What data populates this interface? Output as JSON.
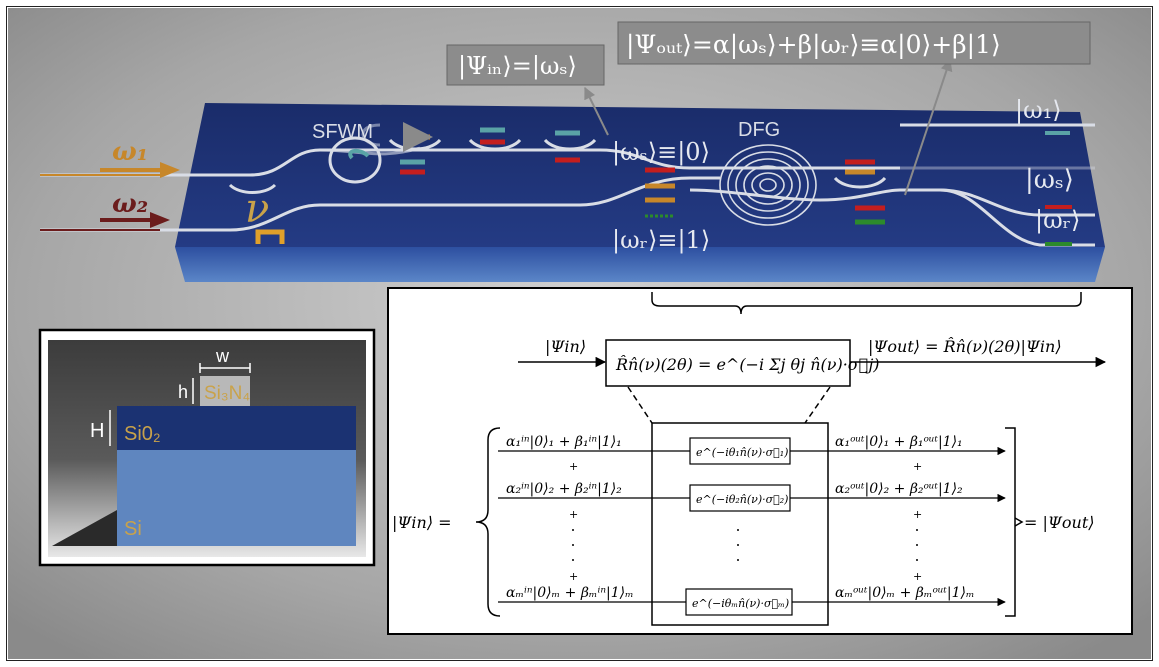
{
  "chip": {
    "pump_labels": [
      "ω₁",
      "ω₂"
    ],
    "nu_label": "ν",
    "sfwm_label": "SFWM",
    "dfg_label": "DFG",
    "state_s": "|ωₛ⟩≡|0⟩",
    "state_r": "|ωᵣ⟩≡|1⟩",
    "psi_in_box": "|Ψᵢₙ⟩=|ωₛ⟩",
    "psi_out_box": "|Ψₒᵤₜ⟩=α|ωₛ⟩+β|ωᵣ⟩≡α|0⟩+β|1⟩",
    "output_labels": [
      "|ω₁⟩",
      "|ωₛ⟩",
      "|ωᵣ⟩"
    ]
  },
  "cross_section": {
    "width_label": "w",
    "height_label": "h",
    "core_label": "Si₃N₄",
    "oxide_height_label": "H",
    "oxide_label": "Si0₂",
    "substrate_label": "Si"
  },
  "math": {
    "psi_in": "|Ψin⟩",
    "rotation_operator": "R̂n̂(ν)(2θ) = e^(−i Σj θj n̂(ν)·σ⃗j)",
    "psi_out_eq": "|Ψout⟩ = R̂n̂(ν)(2θ)|Ψin⟩",
    "psi_in_eq": "|Ψin⟩ =",
    "psi_out_end": "= |Ψout⟩",
    "plus": "+",
    "rows": [
      {
        "in": "α₁ⁱⁿ|0⟩₁ + β₁ⁱⁿ|1⟩₁",
        "gate": "e^(−iθ₁n̂(ν)·σ⃗₁)",
        "out": "α₁ᵒᵘᵗ|0⟩₁ + β₁ᵒᵘᵗ|1⟩₁"
      },
      {
        "in": "α₂ⁱⁿ|0⟩₂ + β₂ⁱⁿ|1⟩₂",
        "gate": "e^(−iθ₂n̂(ν)·σ⃗₂)",
        "out": "α₂ᵒᵘᵗ|0⟩₂ + β₂ᵒᵘᵗ|1⟩₂"
      },
      {
        "in": "αₘⁱⁿ|0⟩ₘ + βₘⁱⁿ|1⟩ₘ",
        "gate": "e^(−iθₘn̂(ν)·σ⃗ₘ)",
        "out": "αₘᵒᵘᵗ|0⟩ₘ + βₘᵒᵘᵗ|1⟩ₘ"
      }
    ]
  },
  "colors": {
    "chip_blue": "#1c2f6e",
    "waveguide": "#d9dde6",
    "orange": "#c7872a",
    "red": "#c41e1e",
    "teal": "#5aa3a6",
    "green": "#2c8a2c",
    "gold_text": "#c9a24a"
  }
}
